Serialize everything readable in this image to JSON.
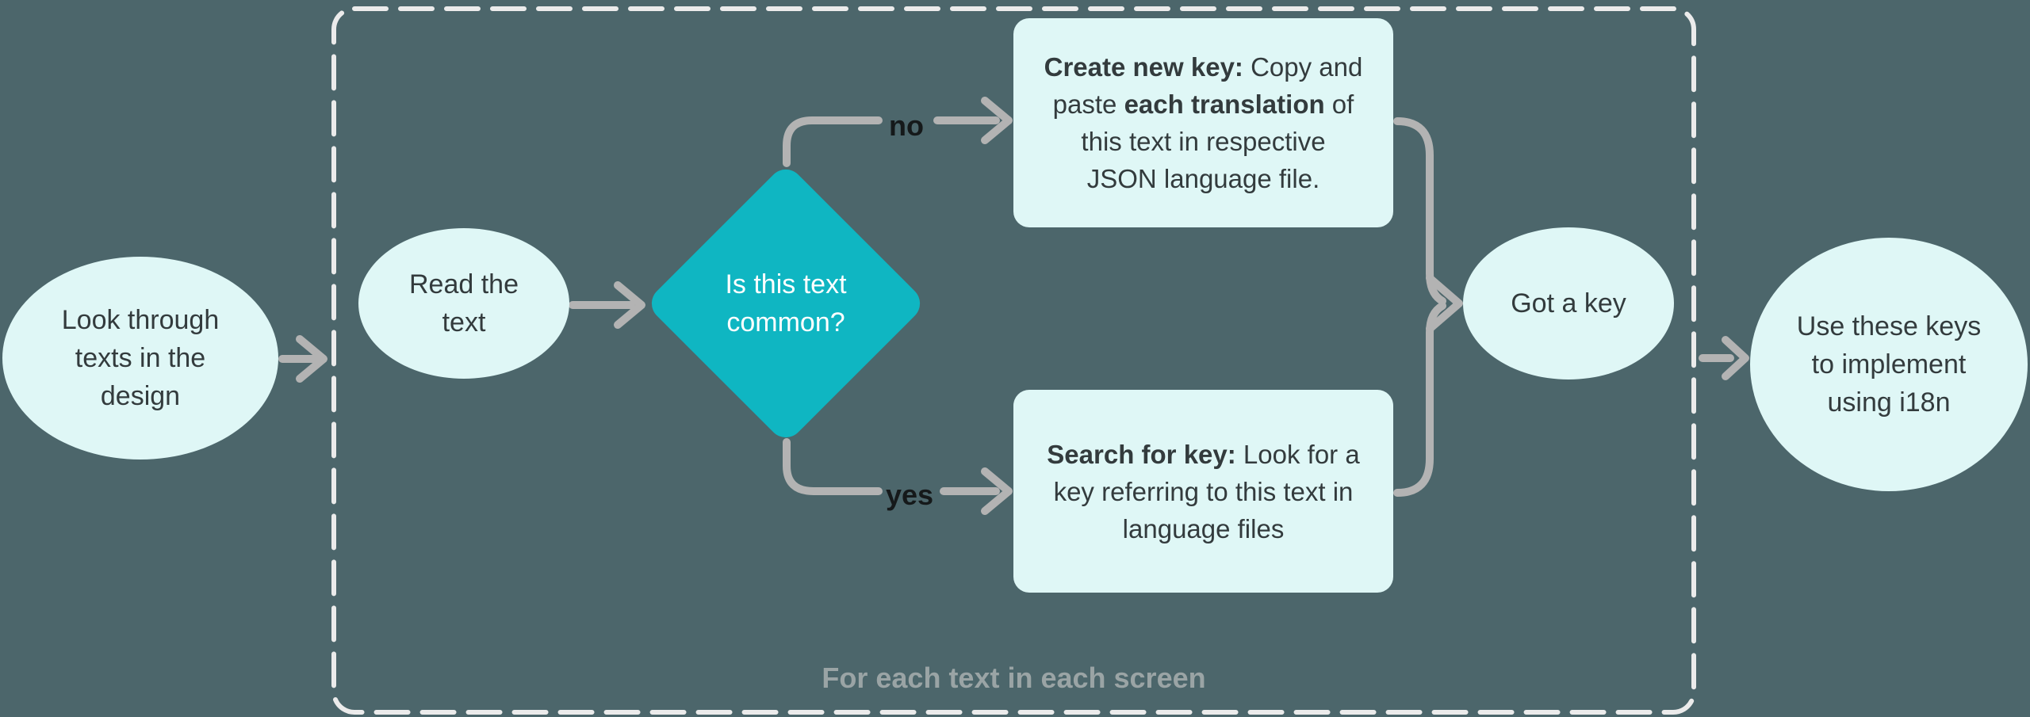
{
  "canvas": {
    "caption": "For each text in each screen"
  },
  "nodes": {
    "start": {
      "label": "Look through texts in the design"
    },
    "read": {
      "label": "Read the text"
    },
    "decision": {
      "label": "Is this text common?"
    },
    "create": {
      "lines": [
        [
          {
            "t": "Create new key:",
            "b": true
          },
          {
            "t": " Copy and",
            "b": false
          }
        ],
        [
          {
            "t": "paste ",
            "b": false
          },
          {
            "t": "each translation",
            "b": true
          },
          {
            "t": " of",
            "b": false
          }
        ],
        [
          {
            "t": "this text in respective",
            "b": false
          }
        ],
        [
          {
            "t": "JSON language file.",
            "b": false
          }
        ]
      ]
    },
    "search": {
      "lines": [
        [
          {
            "t": "Search for key:",
            "b": true
          },
          {
            "t": " Look for a",
            "b": false
          }
        ],
        [
          {
            "t": "key referring to this text in",
            "b": false
          }
        ],
        [
          {
            "t": "language files",
            "b": false
          }
        ]
      ]
    },
    "got_key": {
      "label": "Got a key"
    },
    "use_keys": {
      "label": "Use these keys to implement using i18n"
    }
  },
  "edges": {
    "no": "no",
    "yes": "yes"
  },
  "colors": {
    "background": "#4C666B",
    "node_fill": "#DFF7F6",
    "decision_fill": "#0FB6C2",
    "connector": "#B3B3B3",
    "dashed_border": "#EBEBEB",
    "node_text": "#333B3D",
    "decision_text": "#FFFFFF",
    "edge_label_text": "#15191A",
    "caption_text": "#9AA4A5"
  }
}
